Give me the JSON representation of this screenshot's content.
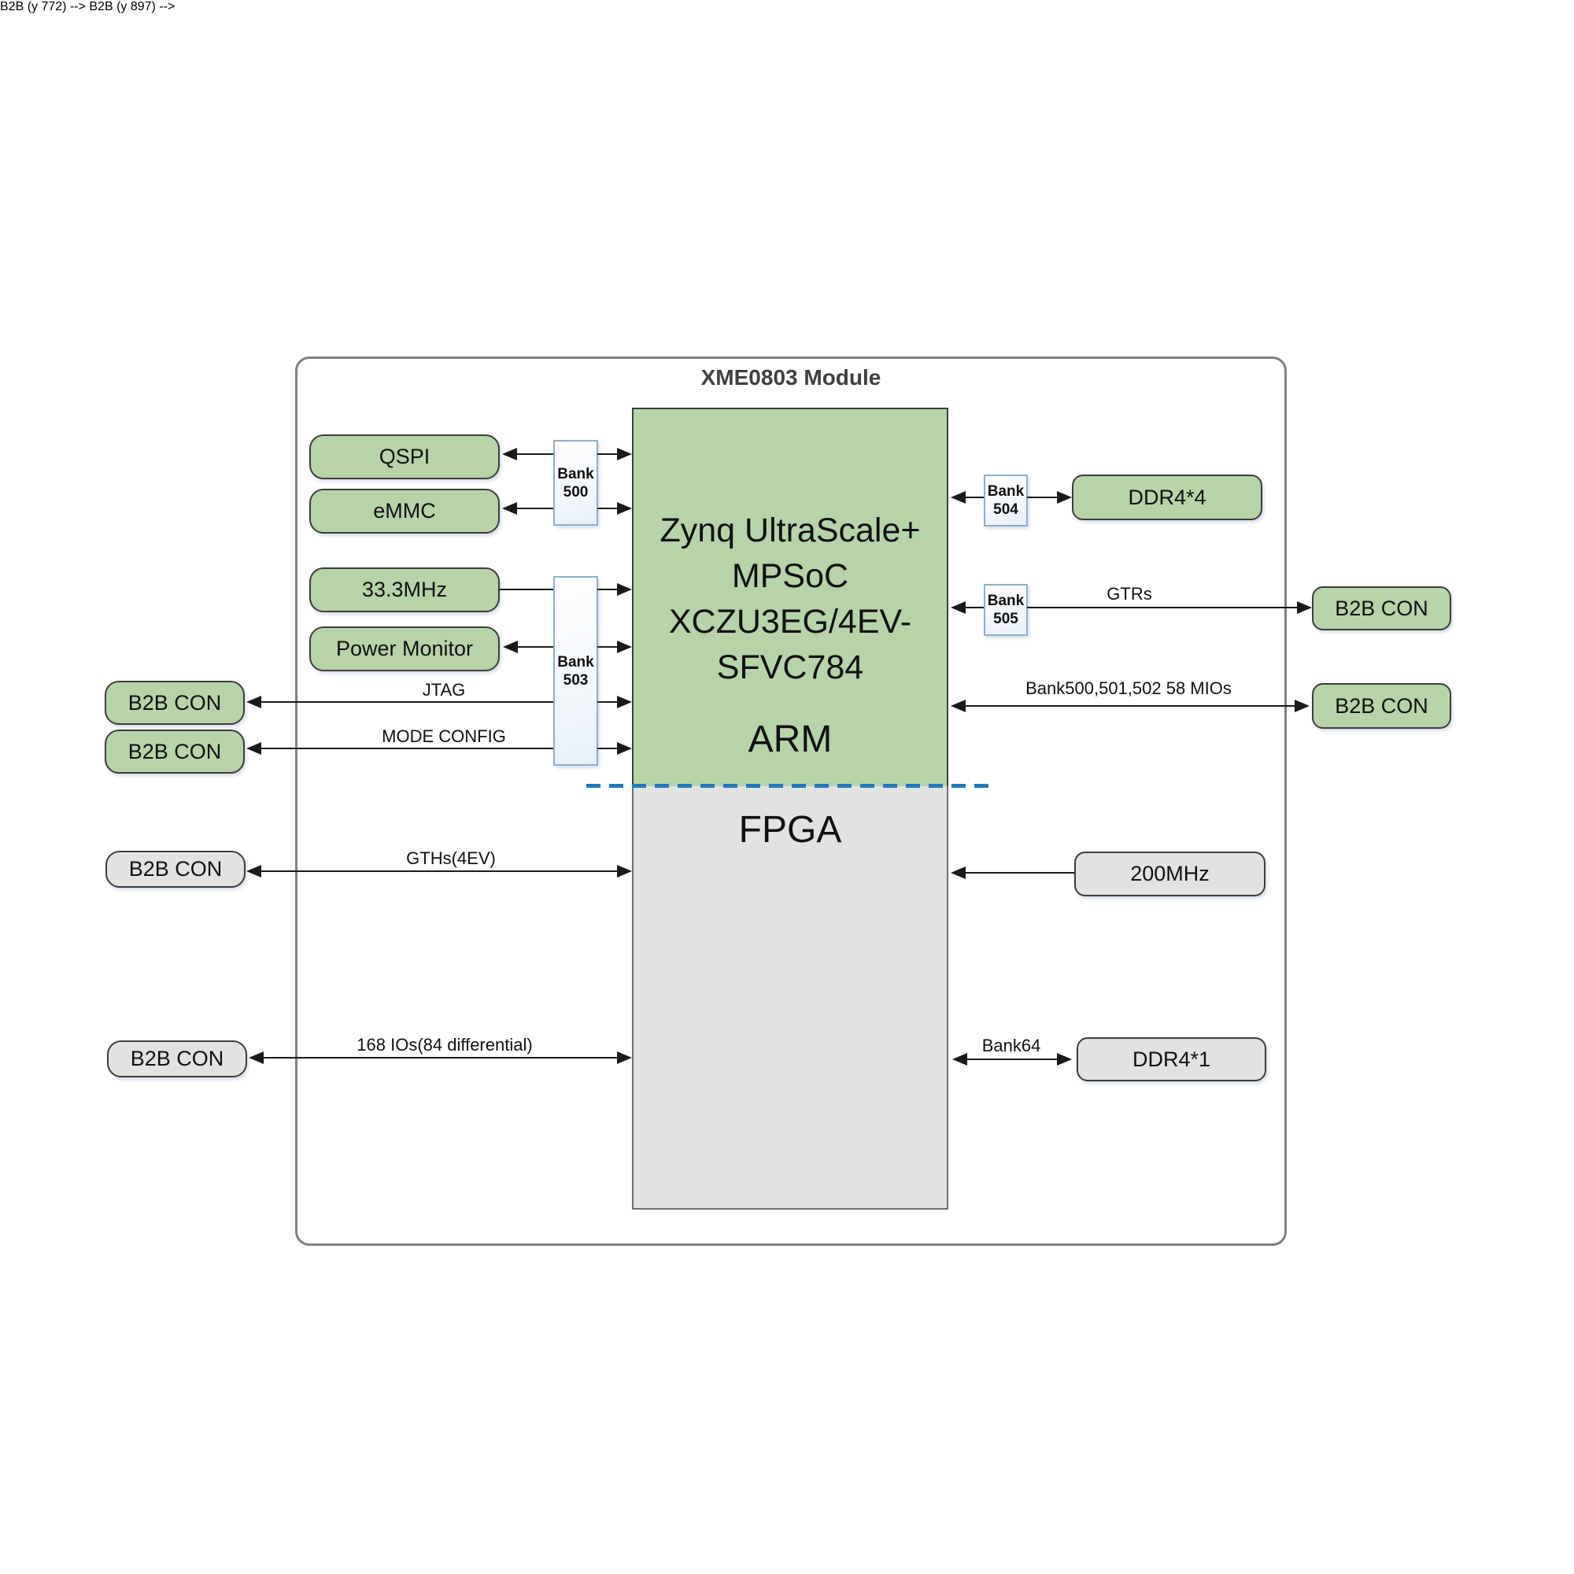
{
  "title": "XME0803 Module",
  "soc": {
    "name_line1": "Zynq UltraScale+",
    "name_line2": "MPSoC",
    "name_line3": "XCZU3EG/4EV-",
    "name_line4": "SFVC784",
    "arm_label": "ARM",
    "fpga_label": "FPGA"
  },
  "peripherals": {
    "qspi": "QSPI",
    "emmc": "eMMC",
    "osc_33mhz": "33.3MHz",
    "power_monitor": "Power Monitor",
    "ddr4_x4": "DDR4*4",
    "osc_200mhz": "200MHz",
    "ddr4_x1": "DDR4*1",
    "b2b_con": "B2B CON"
  },
  "banks": {
    "bank500": {
      "line1": "Bank",
      "line2": "500"
    },
    "bank503": {
      "line1": "Bank",
      "line2": "503"
    },
    "bank504": {
      "line1": "Bank",
      "line2": "504"
    },
    "bank505": {
      "line1": "Bank",
      "line2": "505"
    }
  },
  "bus_labels": {
    "jtag": "JTAG",
    "mode_config": "MODE CONFIG",
    "gths": "GTHs(4EV)",
    "ios_168": "168 IOs(84 differential)",
    "gtrs": "GTRs",
    "mios": "Bank500,501,502 58 MIOs",
    "bank64": "Bank64"
  },
  "colors": {
    "ps_green": "#b6d4a7",
    "pl_gray": "#e2e2e2",
    "bank_border": "#8aafd0",
    "module_border": "#7f7f7f",
    "partition_dash_blue": "#1e7ac0",
    "line_black": "#1a1a1a"
  }
}
